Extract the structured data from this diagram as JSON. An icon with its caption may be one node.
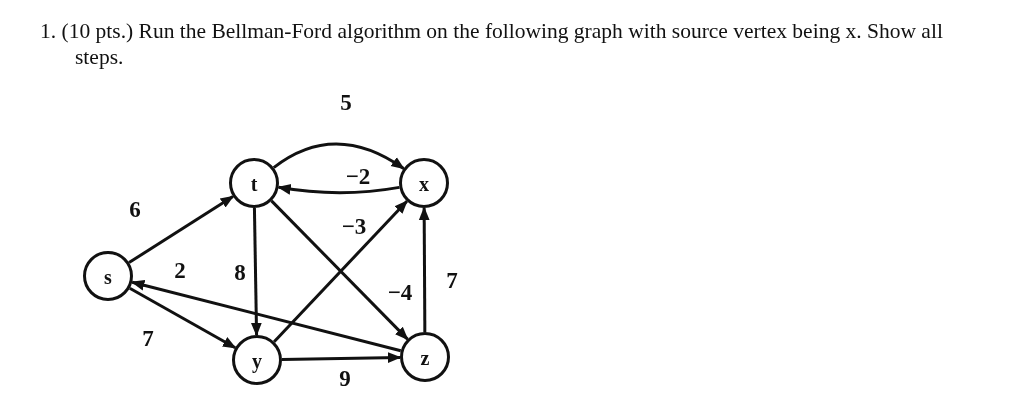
{
  "diagram": {
    "title": "1. (10 pts.) Run the Bellman-Ford algorithm on the following graph with source vertex being x. Show all steps.",
    "nodes": [
      {
        "text": [
          "s"
        ]
      },
      {
        "text": [
          "t"
        ]
      },
      {
        "text": [
          "x"
        ]
      },
      {
        "text": [
          "y"
        ]
      },
      {
        "text": [
          "z"
        ]
      }
    ],
    "edges": [
      {
        "from": 0,
        "to": 1,
        "arrow": "to",
        "label": "6"
      },
      {
        "from": 1,
        "to": 2,
        "arrow": "to",
        "label": "5"
      },
      {
        "from": 2,
        "to": 1,
        "arrow": "to",
        "label": "−2"
      },
      {
        "from": 0,
        "to": 3,
        "arrow": "to",
        "label": "7"
      },
      {
        "from": 1,
        "to": 3,
        "arrow": "to",
        "label": "8"
      },
      {
        "from": 1,
        "to": 4,
        "arrow": "to",
        "label": "−4"
      },
      {
        "from": 3,
        "to": 2,
        "arrow": "to",
        "label": "−3"
      },
      {
        "from": 4,
        "to": 0,
        "arrow": "to",
        "label": "2"
      },
      {
        "from": 3,
        "to": 4,
        "arrow": "to",
        "label": "9"
      },
      {
        "from": 4,
        "to": 2,
        "arrow": "to",
        "label": "7"
      }
    ]
  }
}
